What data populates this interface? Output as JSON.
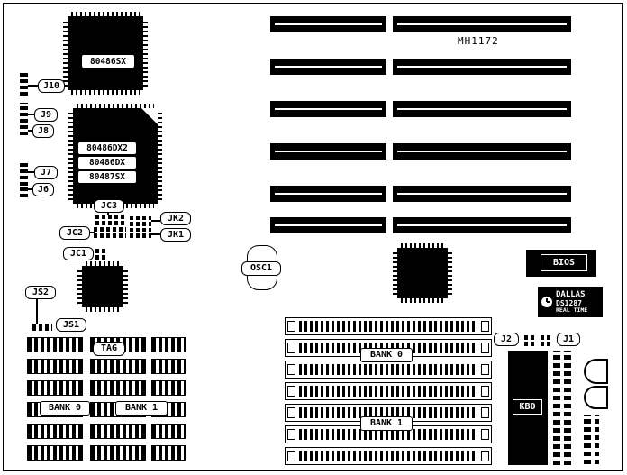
{
  "board": {
    "model": "MH1172"
  },
  "processors": {
    "cpu_upper": "80486SX",
    "cpu_lower": [
      "80486DX2",
      "80486DX",
      "80487SX"
    ]
  },
  "callouts": {
    "j10": "J10",
    "j9": "J9",
    "j8": "J8",
    "j7": "J7",
    "j6": "J6",
    "jc3": "JC3",
    "jc2": "JC2",
    "jc1": "JC1",
    "jk2": "JK2",
    "jk1": "JK1",
    "js2": "JS2",
    "js1": "JS1",
    "tag": "TAG",
    "osc1": "OSC1",
    "j2": "J2",
    "j1": "J1"
  },
  "memory": {
    "dip_bank0": "BANK 0",
    "dip_bank1": "BANK 1",
    "simm_bank0": "BANK 0",
    "simm_bank1": "BANK 1"
  },
  "chips": {
    "bios": "BIOS",
    "kbd": "KBD",
    "rtc": {
      "brand": "DALLAS",
      "part": "DS1287",
      "type": "REAL TIME"
    }
  },
  "sockets": {
    "isa_rows": 6,
    "isa_columns": 2,
    "simm_count": 7,
    "dip_rows": 6,
    "dip_cols_per_row": 3
  }
}
